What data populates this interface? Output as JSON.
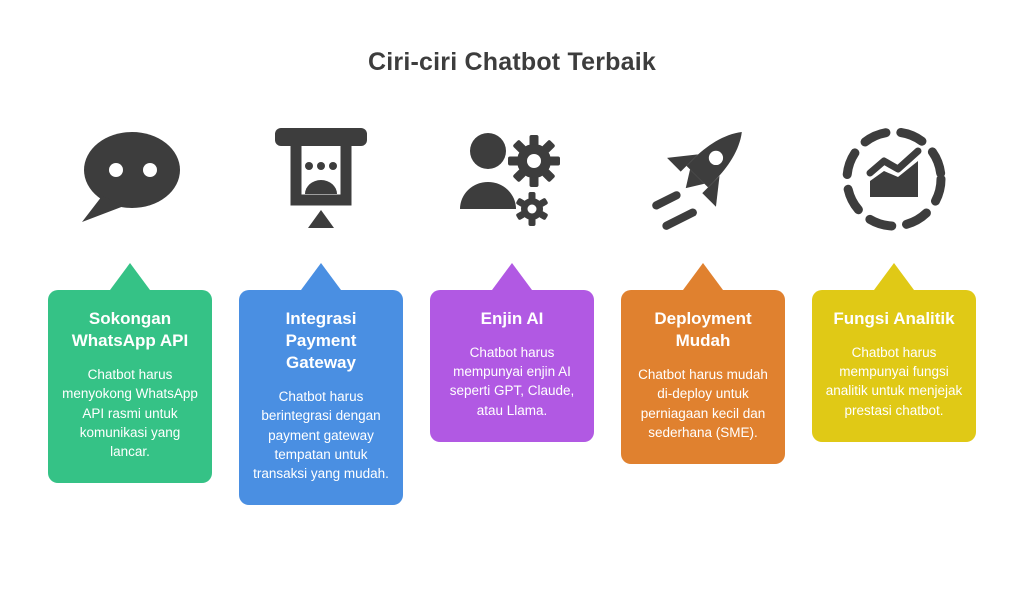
{
  "page": {
    "title": "Ciri-ciri Chatbot Terbaik"
  },
  "colors": {
    "icon": "#3d3d3d",
    "title_text": "#3d3d3d",
    "card_text": "#ffffff"
  },
  "cards": [
    {
      "id": "sokongan-whatsapp-api",
      "icon": "chat-bubble-icon",
      "color": "#35c286",
      "title": "Sokongan WhatsApp API",
      "body": "Chatbot harus menyokong WhatsApp API rasmi untuk komunikasi yang lancar."
    },
    {
      "id": "integrasi-payment-gateway",
      "icon": "payment-terminal-icon",
      "color": "#4a8fe2",
      "title": "Integrasi Payment Gateway",
      "body": "Chatbot harus berintegrasi dengan payment gateway tempatan untuk transaksi yang mudah."
    },
    {
      "id": "enjin-ai",
      "icon": "person-gear-icon",
      "color": "#b159e3",
      "title": "Enjin AI",
      "body": "Chatbot harus mempunyai enjin AI seperti GPT, Claude, atau Llama."
    },
    {
      "id": "deployment-mudah",
      "icon": "rocket-icon",
      "color": "#e0812f",
      "title": "Deployment Mudah",
      "body": "Chatbot harus mudah di-deploy untuk perniagaan kecil dan sederhana (SME)."
    },
    {
      "id": "fungsi-analitik",
      "icon": "analytics-chart-icon",
      "color": "#e0c916",
      "title": "Fungsi Analitik",
      "body": "Chatbot harus mempunyai fungsi analitik untuk menjejak prestasi chatbot."
    }
  ]
}
